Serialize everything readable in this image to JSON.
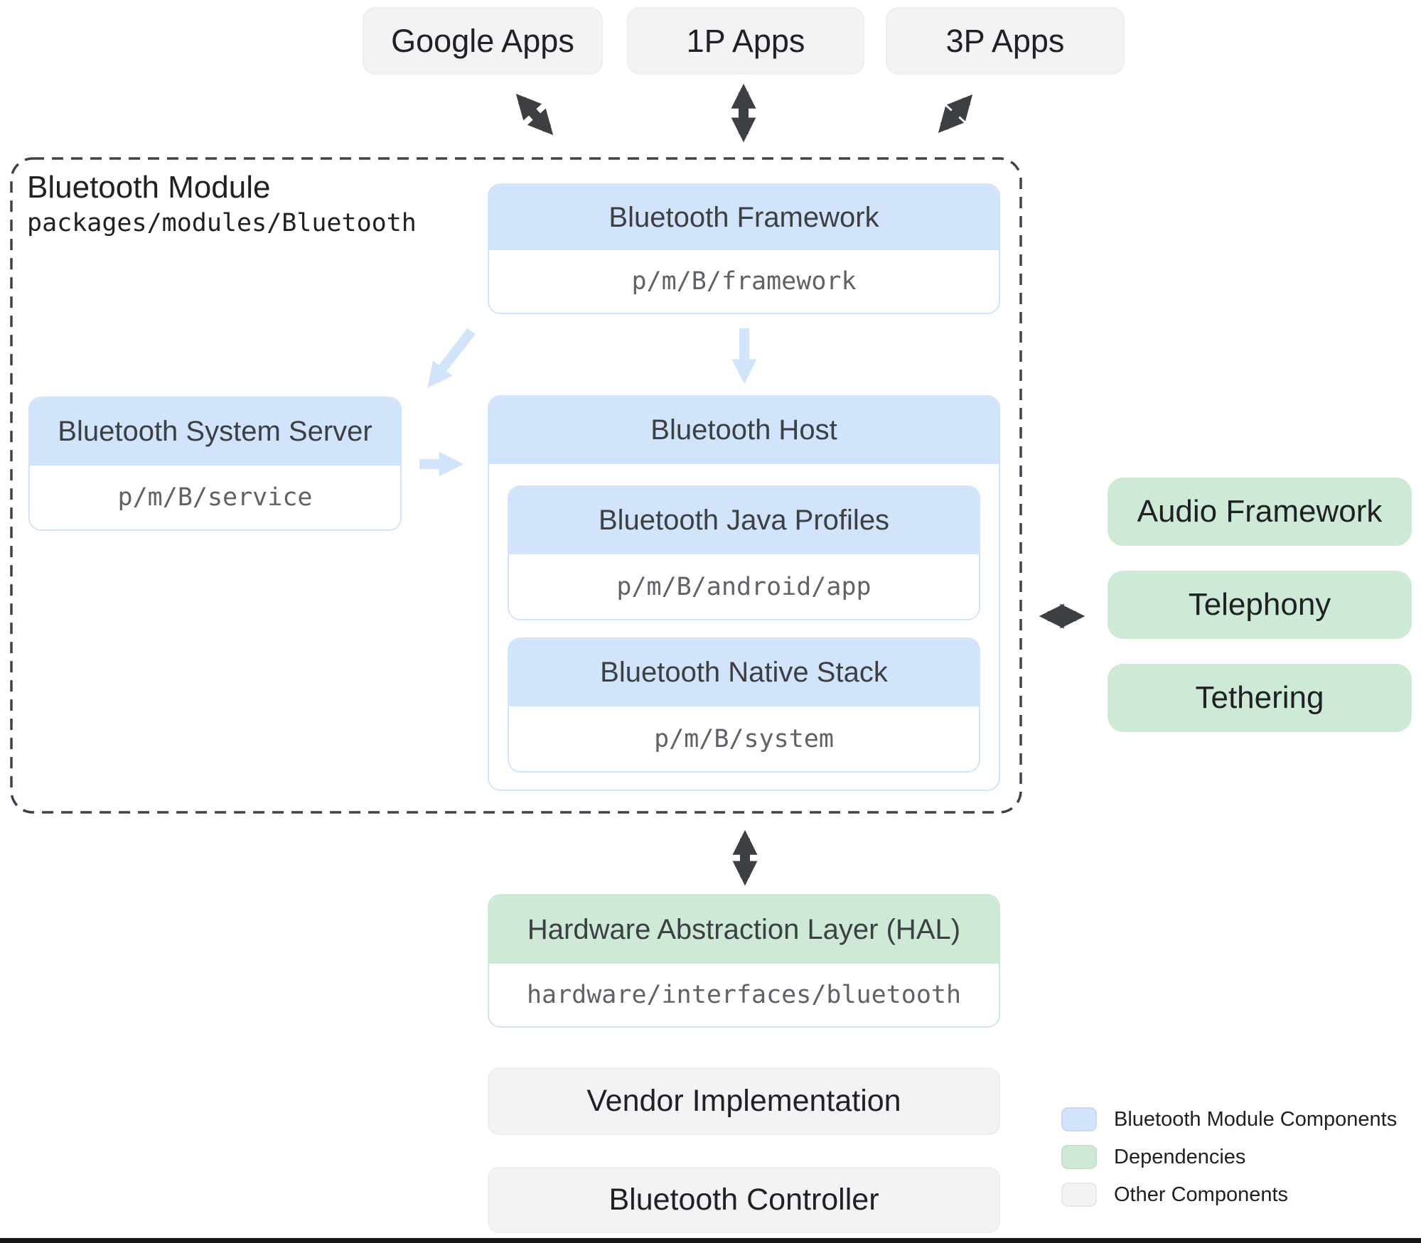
{
  "top_apps": [
    {
      "label": "Google Apps"
    },
    {
      "label": "1P Apps"
    },
    {
      "label": "3P Apps"
    }
  ],
  "module": {
    "title": "Bluetooth Module",
    "path": "packages/modules/Bluetooth",
    "framework": {
      "title": "Bluetooth Framework",
      "path": "p/m/B/framework"
    },
    "system_server": {
      "title": "Bluetooth System Server",
      "path": "p/m/B/service"
    },
    "host": {
      "title": "Bluetooth Host",
      "java_profiles": {
        "title": "Bluetooth Java Profiles",
        "path": "p/m/B/android/app"
      },
      "native_stack": {
        "title": "Bluetooth Native Stack",
        "path": "p/m/B/system"
      }
    }
  },
  "dependencies": [
    {
      "label": "Audio Framework"
    },
    {
      "label": "Telephony"
    },
    {
      "label": "Tethering"
    }
  ],
  "hal": {
    "title": "Hardware Abstraction Layer (HAL)",
    "path": "hardware/interfaces/bluetooth"
  },
  "bottom_components": [
    {
      "label": "Vendor Implementation"
    },
    {
      "label": "Bluetooth Controller"
    }
  ],
  "legend": [
    {
      "label": "Bluetooth Module Components",
      "color": "#d2e3fc"
    },
    {
      "label": "Dependencies",
      "color": "#ceead6"
    },
    {
      "label": "Other Components",
      "color": "#f1f3f4"
    }
  ],
  "colors": {
    "module_component": "#d2e3fc",
    "dependency": "#ceead6",
    "other_component": "#f1f3f4",
    "arrow_dark": "#3c4043",
    "arrow_light": "#d2e3fc",
    "dashed_border": "#3b434c"
  }
}
